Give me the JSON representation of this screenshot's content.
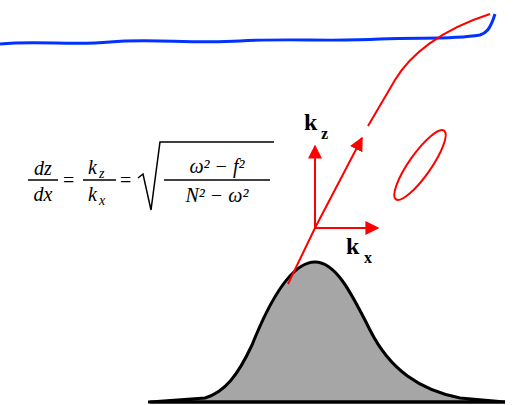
{
  "diagram": {
    "labels": [
      "k",
      "z",
      "k",
      "x",
      "dz",
      "dx",
      "=",
      "k",
      "z",
      "k",
      "x",
      "=",
      "ω² − f²",
      "N² − ω²"
    ]
  }
}
